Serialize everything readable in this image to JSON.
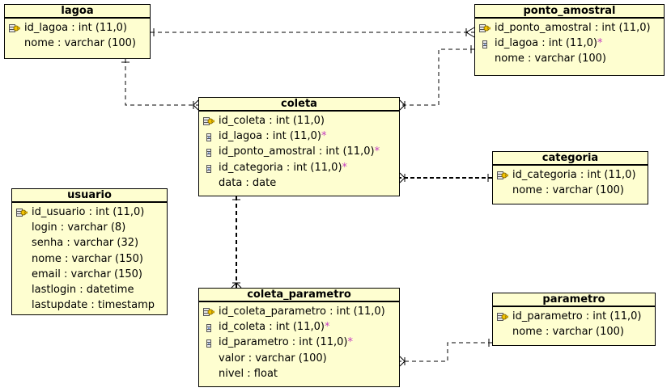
{
  "tables": {
    "lagoa": {
      "name": "lagoa",
      "columns": [
        {
          "text": "id_lagoa : int (11,0)",
          "key": "primary",
          "fk": false
        },
        {
          "text": "nome : varchar (100)",
          "key": "none",
          "fk": false
        }
      ]
    },
    "ponto_amostral": {
      "name": "ponto_amostral",
      "columns": [
        {
          "text": "id_ponto_amostral : int (11,0)",
          "key": "primary",
          "fk": false
        },
        {
          "text": "id_lagoa : int (11,0)",
          "key": "foreign",
          "fk": true
        },
        {
          "text": "nome : varchar (100)",
          "key": "none",
          "fk": false
        }
      ]
    },
    "coleta": {
      "name": "coleta",
      "columns": [
        {
          "text": "id_coleta : int (11,0)",
          "key": "primary",
          "fk": false
        },
        {
          "text": "id_lagoa : int (11,0)",
          "key": "foreign",
          "fk": true
        },
        {
          "text": "id_ponto_amostral : int (11,0)",
          "key": "foreign",
          "fk": true
        },
        {
          "text": "id_categoria : int (11,0)",
          "key": "foreign",
          "fk": true
        },
        {
          "text": "data : date",
          "key": "none",
          "fk": false
        }
      ]
    },
    "categoria": {
      "name": "categoria",
      "columns": [
        {
          "text": "id_categoria : int (11,0)",
          "key": "primary",
          "fk": false
        },
        {
          "text": "nome : varchar (100)",
          "key": "none",
          "fk": false
        }
      ]
    },
    "usuario": {
      "name": "usuario",
      "columns": [
        {
          "text": "id_usuario : int (11,0)",
          "key": "primary",
          "fk": false
        },
        {
          "text": "login : varchar (8)",
          "key": "none",
          "fk": false
        },
        {
          "text": "senha : varchar (32)",
          "key": "none",
          "fk": false
        },
        {
          "text": "nome : varchar (150)",
          "key": "none",
          "fk": false
        },
        {
          "text": "email : varchar (150)",
          "key": "none",
          "fk": false
        },
        {
          "text": "lastlogin : datetime",
          "key": "none",
          "fk": false
        },
        {
          "text": "lastupdate : timestamp",
          "key": "none",
          "fk": false
        }
      ]
    },
    "coleta_parametro": {
      "name": "coleta_parametro",
      "columns": [
        {
          "text": "id_coleta_parametro : int (11,0)",
          "key": "primary",
          "fk": false
        },
        {
          "text": "id_coleta : int (11,0)",
          "key": "foreign",
          "fk": true
        },
        {
          "text": "id_parametro : int (11,0)",
          "key": "foreign",
          "fk": true
        },
        {
          "text": "valor : varchar (100)",
          "key": "none",
          "fk": false
        },
        {
          "text": "nivel : float",
          "key": "none",
          "fk": false
        }
      ]
    },
    "parametro": {
      "name": "parametro",
      "columns": [
        {
          "text": "id_parametro : int (11,0)",
          "key": "primary",
          "fk": false
        },
        {
          "text": "nome : varchar (100)",
          "key": "none",
          "fk": false
        }
      ]
    }
  },
  "fk_marker": "*",
  "relationships": [
    {
      "from": "lagoa",
      "to": "ponto_amostral"
    },
    {
      "from": "lagoa",
      "to": "coleta"
    },
    {
      "from": "ponto_amostral",
      "to": "coleta"
    },
    {
      "from": "categoria",
      "to": "coleta"
    },
    {
      "from": "coleta",
      "to": "coleta_parametro"
    },
    {
      "from": "parametro",
      "to": "coleta_parametro"
    }
  ],
  "colors": {
    "table_fill": "#fefed0",
    "border": "#000000",
    "fk_marker": "#c43bbf"
  }
}
